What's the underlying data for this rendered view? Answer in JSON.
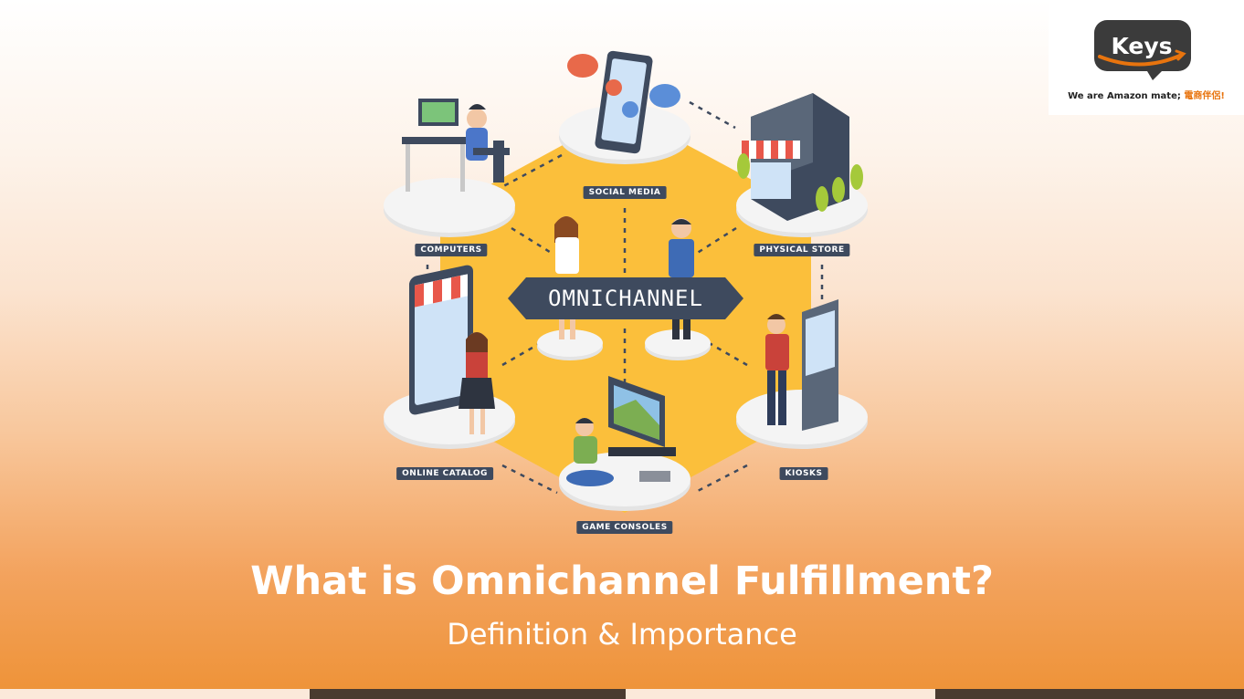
{
  "brand": {
    "logo_text": "Keys",
    "tagline_en": "We are Amazon mate;",
    "tagline_zh": "電商伴侶!",
    "color_orange": "#e8740e",
    "color_dark": "#3b3b3b"
  },
  "diagram": {
    "center_label": "OMNICHANNEL",
    "nodes": [
      {
        "label": "SOCIAL MEDIA",
        "icon": "smartphone-chat-icon"
      },
      {
        "label": "COMPUTERS",
        "icon": "computer-desk-icon"
      },
      {
        "label": "PHYSICAL STORE",
        "icon": "store-building-icon"
      },
      {
        "label": "ONLINE CATALOG",
        "icon": "online-catalog-icon"
      },
      {
        "label": "KIOSKS",
        "icon": "kiosk-icon"
      },
      {
        "label": "GAME CONSOLES",
        "icon": "game-console-icon"
      }
    ],
    "colors": {
      "hexagon": "#fbbf3b",
      "label_bg": "#3e4a5e",
      "platform": "#f2f2f2"
    }
  },
  "heading": {
    "title": "What is Omnichannel Fulfillment?",
    "subtitle": "Definition & Importance"
  },
  "colors": {
    "strip_dark": "#4a3b30",
    "strip_light": "#fbe9da"
  }
}
